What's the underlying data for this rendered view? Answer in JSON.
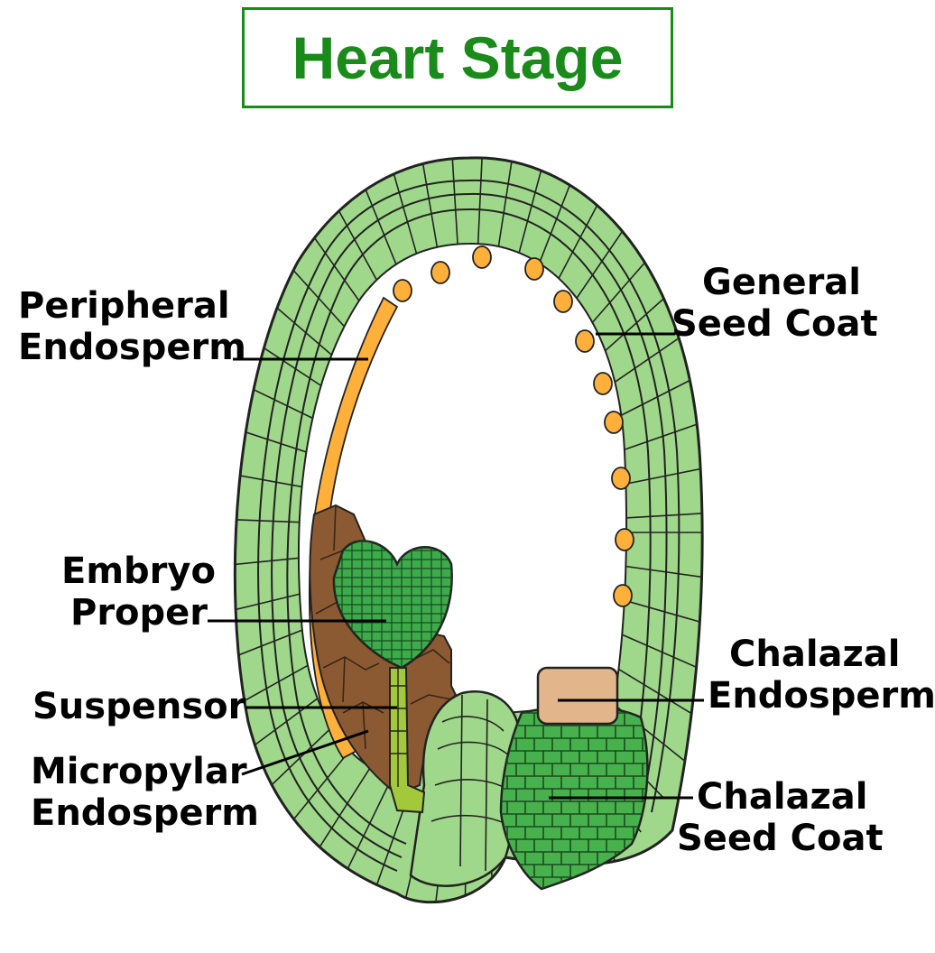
{
  "title": "Heart Stage",
  "labels": {
    "peripheral_endosperm": [
      "Peripheral",
      "Endosperm"
    ],
    "general_seed_coat": [
      "General",
      "Seed Coat"
    ],
    "embryo_proper": [
      "Embryo",
      "Proper"
    ],
    "suspensor": [
      "Suspensor"
    ],
    "micropylar_endosperm": [
      "Micropylar",
      "Endosperm"
    ],
    "chalazal_endosperm": [
      "Chalazal",
      "Endosperm"
    ],
    "chalazal_seed_coat": [
      "Chalazal",
      "Seed Coat"
    ]
  },
  "colors": {
    "title_green": "#1a8a1a",
    "seed_coat_green": "#9fd88a",
    "seed_coat_outline": "#222222",
    "peripheral_endosperm_orange": "#ffb03a",
    "micropylar_endosperm_brown": "#8b5a33",
    "embryo_green": "#3dab4c",
    "suspensor_green": "#a3c93a",
    "chalazal_endosperm_tan": "#e2b58a",
    "chalazal_seed_coat_green": "#47b24d"
  }
}
